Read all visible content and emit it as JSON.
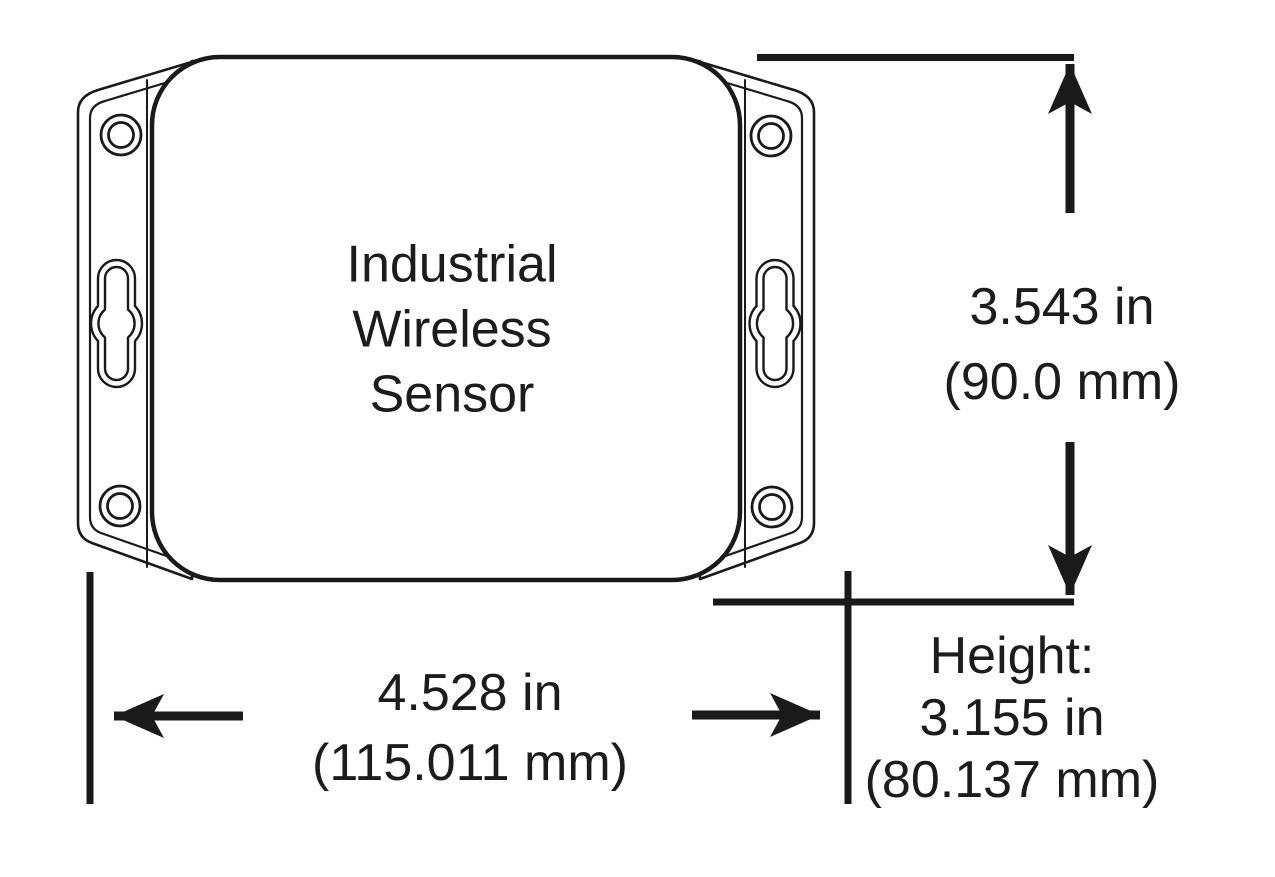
{
  "diagram": {
    "device_label_lines": [
      "Industrial",
      "Wireless",
      "Sensor"
    ],
    "vertical_dim": {
      "inches": "3.543 in",
      "millimeters": "(90.0 mm)"
    },
    "horizontal_dim": {
      "inches": "4.528 in",
      "millimeters": "(115.011 mm)"
    },
    "height_note": {
      "label": "Height:",
      "inches": "3.155 in",
      "millimeters": "(80.137 mm)"
    },
    "colors": {
      "line": "#1a1a1a",
      "background": "#ffffff"
    }
  }
}
